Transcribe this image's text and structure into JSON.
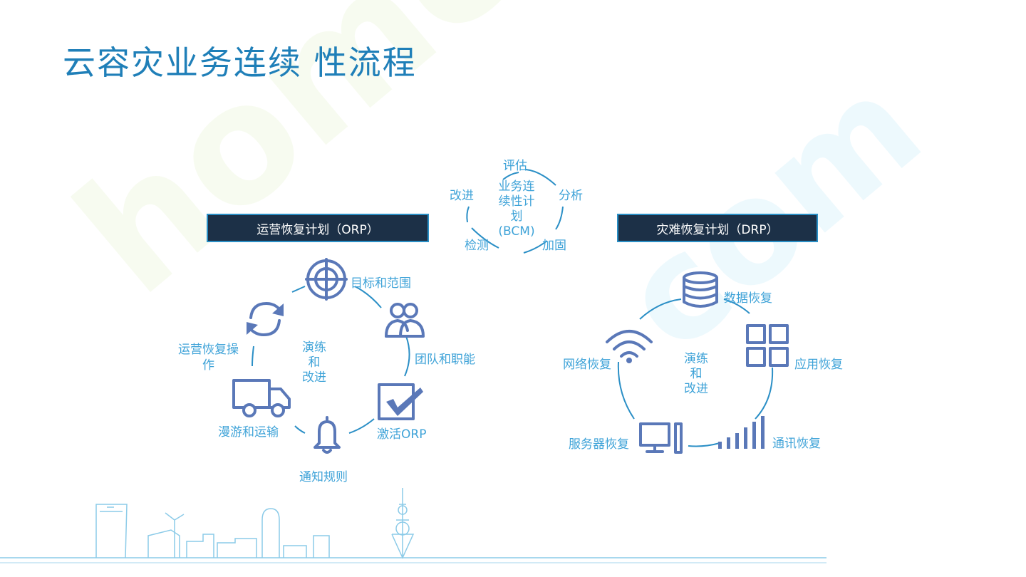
{
  "title": "云容灾业务连续 性流程",
  "bcm": {
    "center": [
      "业务连",
      "续性计",
      "划",
      "(BCM)"
    ],
    "steps": [
      "评估",
      "分析",
      "加固",
      "检测",
      "改进"
    ]
  },
  "orp": {
    "banner": "运营恢复计划（ORP）",
    "center": [
      "演练",
      "和",
      "改进"
    ],
    "items": {
      "goal": "目标和范围",
      "team": "团队和职能",
      "activate": "激活ORP",
      "notify": "通知规则",
      "transport": "漫游和运输",
      "ops": [
        "运营恢复操",
        "作"
      ]
    }
  },
  "drp": {
    "banner": "灾难恢复计划（DRP）",
    "center": [
      "演练",
      "和",
      "改进"
    ],
    "items": {
      "data": "数据恢复",
      "app": "应用恢复",
      "comm": "通讯恢复",
      "server": "服务器恢复",
      "network": "网络恢复"
    }
  },
  "colors": {
    "title": "#1f7fb8",
    "label": "#3fa3d8",
    "icon": "#5a78b8",
    "banner_bg": "#1c3047",
    "ring": "#2b8fc6"
  }
}
